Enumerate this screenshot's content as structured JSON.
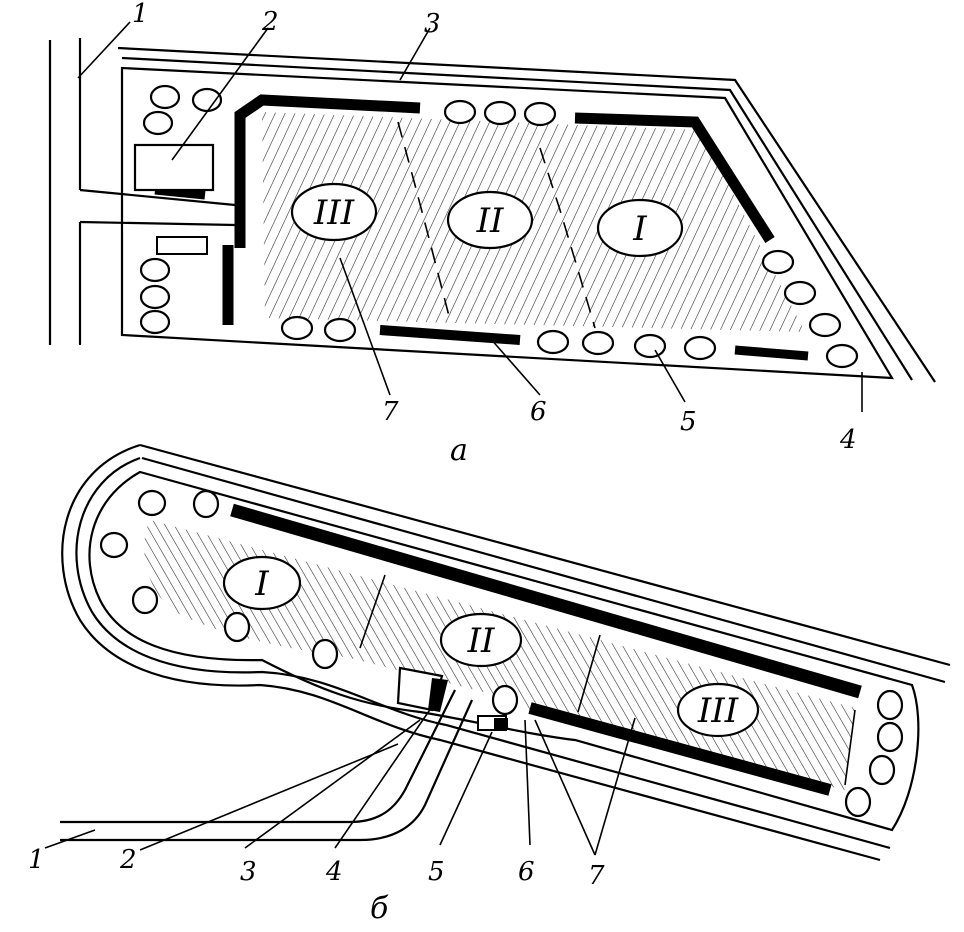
{
  "diagram_a": {
    "caption": "а",
    "zones": [
      "III",
      "II",
      "I"
    ],
    "labels": [
      "1",
      "2",
      "3",
      "4",
      "5",
      "6",
      "7"
    ]
  },
  "diagram_b": {
    "caption": "б",
    "zones": [
      "I",
      "II",
      "III"
    ],
    "labels": [
      "1",
      "2",
      "3",
      "4",
      "5",
      "6",
      "7"
    ]
  }
}
